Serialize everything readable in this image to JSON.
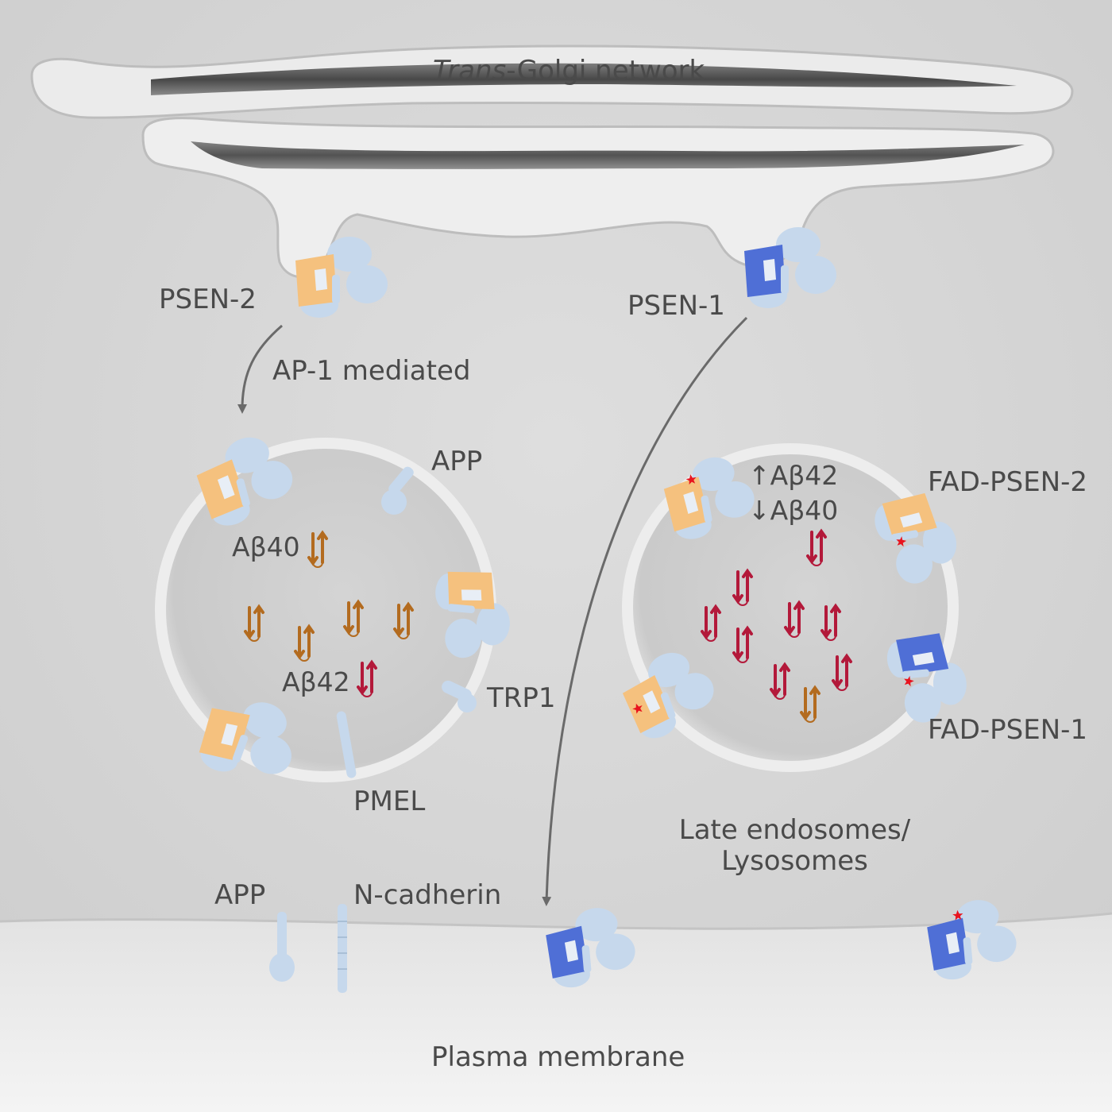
{
  "labels": {
    "tgn_italic": "Trans",
    "tgn_rest": "-Golgi network",
    "psen2": "PSEN-2",
    "psen1": "PSEN-1",
    "ap1": "AP-1 mediated",
    "app_vesicle": "APP",
    "abeta40": "Aβ40",
    "abeta42": "Aβ42",
    "trp1": "TRP1",
    "pmel": "PMEL",
    "up_abeta42": "↑Aβ42",
    "down_abeta40": "↓Aβ40",
    "fad_psen2": "FAD-PSEN-2",
    "fad_psen1": "FAD-PSEN-1",
    "late_endo_line1": "Late endosomes/",
    "late_endo_line2": "Lysosomes",
    "app_pm": "APP",
    "ncadherin": "N-cadherin",
    "plasma_membrane": "Plasma membrane"
  },
  "colors": {
    "background": "#d9d9d9",
    "membrane": "#ececec",
    "membrane_shadow": "#2e2e2e",
    "psen2_orange": "#f5c17e",
    "psen1_blue": "#4f6fd6",
    "complex_lightblue": "#c6d8ec",
    "abeta40_brown": "#b36b1f",
    "abeta42_red": "#b3193a",
    "mutation_star": "#e8141e",
    "arrow_gray": "#6a6a6a"
  }
}
